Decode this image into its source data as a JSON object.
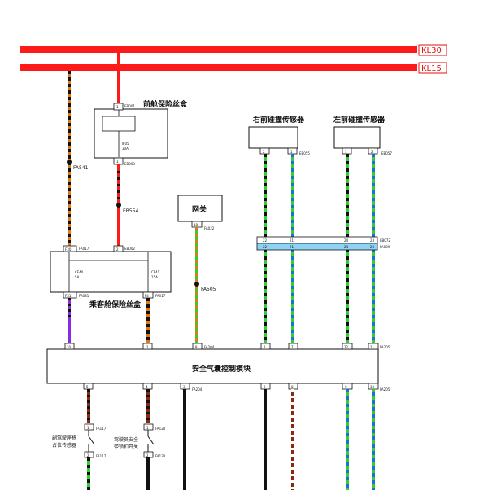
{
  "rails": {
    "kl30": "KL30",
    "kl15": "KL15",
    "color": "#ff1a1a"
  },
  "front_fuse_box": {
    "title": "前舱保险丝盒",
    "top_connector": "EB001",
    "bottom_connector": "EB003",
    "top_pin": "1",
    "bottom_pin": "1",
    "fuse_line1": "IF05",
    "fuse_line2": "30A"
  },
  "cabin_fuse_box": {
    "title": "乘客舱保险丝盒",
    "connector_left": "FA017",
    "connector_right": "EB002",
    "connector_bottom_left": "FA031",
    "connector_bottom_right": "FA017",
    "pin_tl": "F30",
    "pin_tr": "2",
    "pin_bl": "F31",
    "pin_br": "F4",
    "fuse_a": "CF40",
    "fuse_a_rating": "5A",
    "fuse_b": "CF41",
    "fuse_b_rating": "15A"
  },
  "gateway": {
    "title": "网关",
    "connector": "FA022",
    "pin": "18",
    "splice": "FA505"
  },
  "right_sensor": {
    "title": "右前碰撞传感器",
    "connector": "EB055",
    "pin_a": "2",
    "pin_b": "1"
  },
  "left_sensor": {
    "title": "左前碰撞传感器",
    "connector": "EB057",
    "pin_a": "1",
    "pin_b": "2"
  },
  "inline_connectors": {
    "top": "EB072",
    "bottom": "FA009",
    "pins_top": [
      "22",
      "21",
      "24",
      "23"
    ],
    "pins_bottom": [
      "22",
      "21",
      "24",
      "23"
    ]
  },
  "splices": {
    "fa541": "FA541",
    "eb554": "EB554"
  },
  "airbag_module": {
    "title": "安全气囊控制模块",
    "connector_top": "FA204",
    "connector_top_right": "FA205",
    "connector_bottom": "FA204",
    "connector_bottom_right": "FA205",
    "top_pins": [
      "10",
      "1",
      "8",
      "1",
      "7",
      "12",
      "11"
    ],
    "bottom_pins": [
      "5",
      "4",
      "3",
      "2",
      "8",
      "9",
      "10"
    ]
  },
  "passenger_switch": {
    "title_line1": "副驾驶座椅",
    "title_line2": "占位传感器",
    "connector_top": "FA117",
    "connector_bottom": "FA117",
    "pin_top": "1",
    "pin_bottom": "2"
  },
  "driver_switch": {
    "title_line1": "驾驶员安全",
    "title_line2": "带锁扣开关",
    "connector_top": "FA120",
    "connector_bottom": "FA120",
    "pin_top": "1",
    "pin_bottom": "2"
  },
  "wire_colors": {
    "red": "#ff1a1a",
    "orange_black": "#e07a10",
    "purple": "#8a2be2",
    "green": "#33cc33",
    "blue": "#1f6fd6",
    "brown": "#8b2a10",
    "black": "#111111",
    "cyan_band": "#8fd3f4"
  }
}
